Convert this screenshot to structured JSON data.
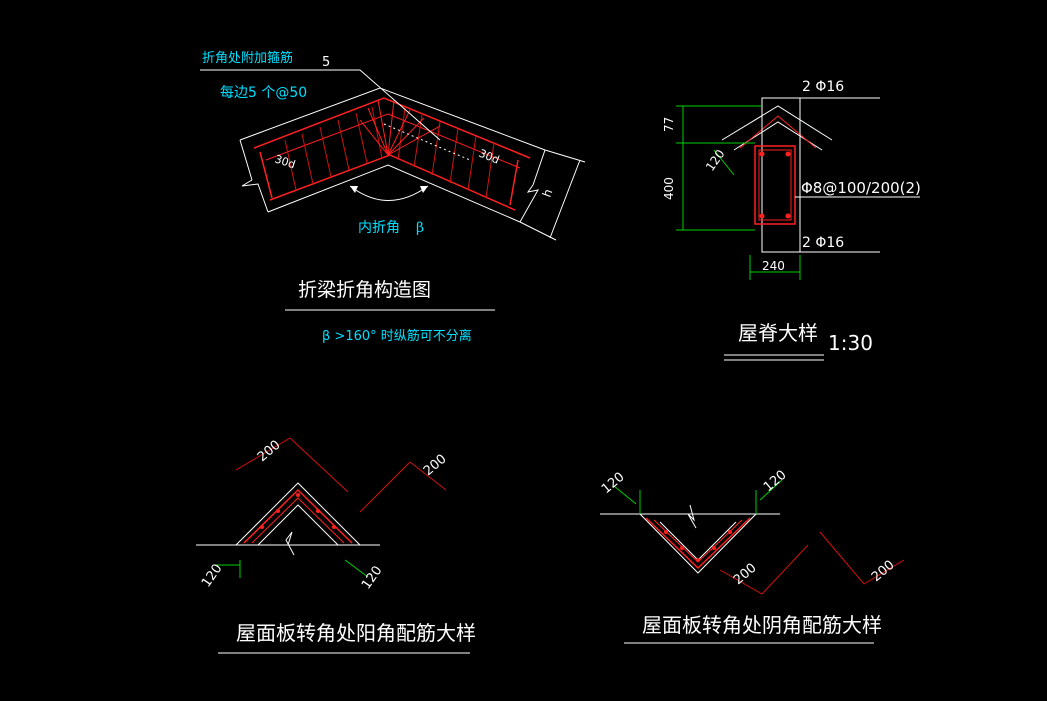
{
  "colors": {
    "background": "#000000",
    "outline": "#ffffff",
    "rebar": "#ff2020",
    "stirrup_red": "#d01010",
    "dim_green": "#00d000",
    "label_cyan": "#00e0ff",
    "text_white": "#ffffff"
  },
  "beam_detail": {
    "label_stirrup": "折角处附加箍筋",
    "label_each_side": "每边5 个@50",
    "label_count": "5",
    "label_anchor_left": "30d",
    "label_anchor_right": "30d",
    "label_inner_angle": "内折角",
    "label_beta": "β",
    "label_h": "h",
    "title": "折梁折角构造图",
    "note": "β >160°  时纵筋可不分离"
  },
  "ridge_detail": {
    "dim_top_rebar": "2 Φ16",
    "dim_stirrup": "Φ8@100/200(2)",
    "dim_bottom_rebar": "2 Φ16",
    "dim_77": "77",
    "dim_400": "400",
    "dim_120": "120",
    "dim_240": "240",
    "title": "屋脊大样",
    "scale": "1:30"
  },
  "convex_corner_detail": {
    "dim_200_left": "200",
    "dim_200_right": "200",
    "dim_120_left": "120",
    "dim_120_right": "120",
    "title": "屋面板转角处阳角配筋大样"
  },
  "concave_corner_detail": {
    "dim_120_left": "120",
    "dim_120_right": "120",
    "dim_200_left": "200",
    "dim_200_right": "200",
    "title": "屋面板转角处阴角配筋大样"
  }
}
